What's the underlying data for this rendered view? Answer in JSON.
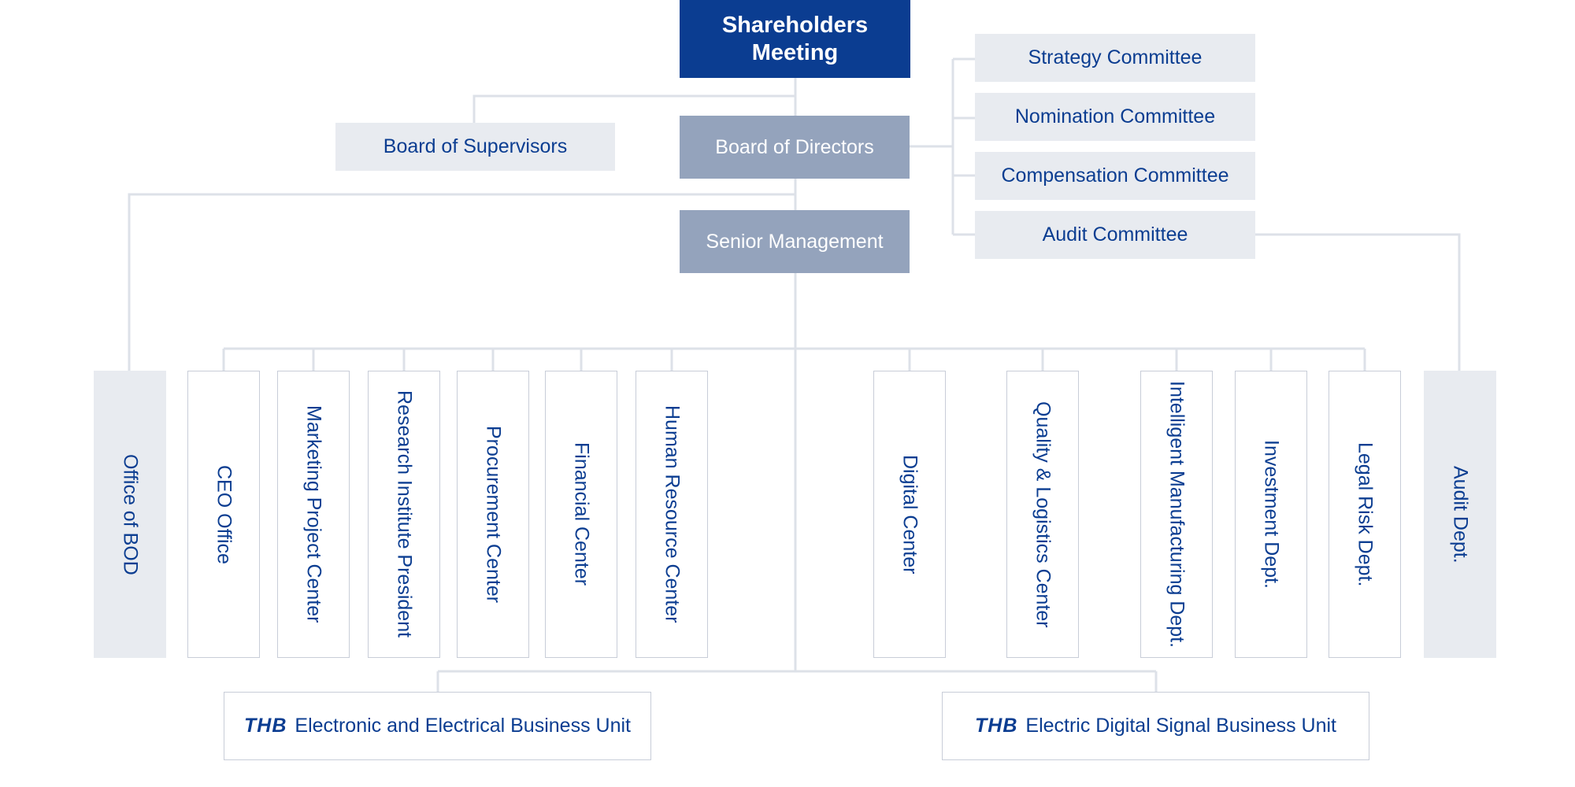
{
  "colors": {
    "dark_blue": "#0b3d91",
    "mid_gray_blue": "#94a3bc",
    "light_gray": "#e8ebf0",
    "line": "#dde1e8",
    "border": "#c8cdd8"
  },
  "top": {
    "shareholders_line1": "Shareholders",
    "shareholders_line2": "Meeting",
    "board_of_supervisors": "Board of Supervisors",
    "board_of_directors": "Board of Directors",
    "senior_management": "Senior Management"
  },
  "committees": [
    "Strategy Committee",
    "Nomination Committee",
    "Compensation Committee",
    "Audit Committee"
  ],
  "side_units": {
    "left": "Office of BOD",
    "right": "Audit Dept."
  },
  "departments": [
    "CEO Office",
    "Marketing Project Center",
    "Research Institute President",
    "Procurement Center",
    "Financial Center",
    "Human Resource Center",
    "Digital Center",
    "Quality & Logistics Center",
    "Intelligent Manufacturing Dept.",
    "Investment Dept.",
    "Legal Risk Dept."
  ],
  "business_units": [
    {
      "logo": "THB",
      "name": "Electronic and Electrical Business Unit"
    },
    {
      "logo": "THB",
      "name": "Electric Digital Signal Business Unit"
    }
  ]
}
